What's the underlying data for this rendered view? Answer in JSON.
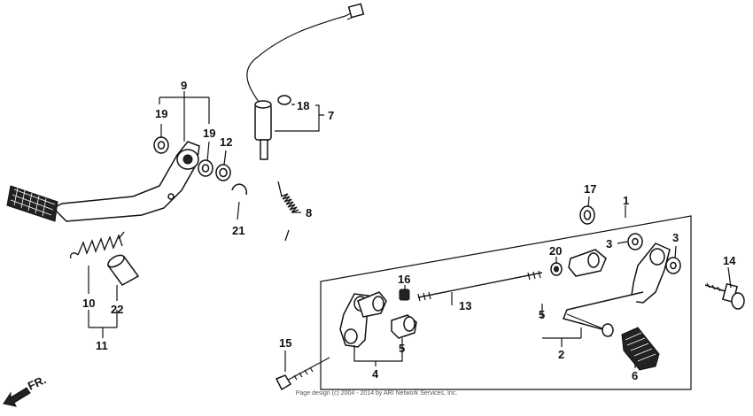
{
  "copyright": "Page design (c) 2004 - 2014 by ARI Network Services, Inc.",
  "front_indicator": "FR.",
  "callouts": [
    {
      "id": "c9",
      "text": "9"
    },
    {
      "id": "c19a",
      "text": "19"
    },
    {
      "id": "c19b",
      "text": "19"
    },
    {
      "id": "c12",
      "text": "12"
    },
    {
      "id": "c21",
      "text": "21"
    },
    {
      "id": "c18",
      "text": "18"
    },
    {
      "id": "c7",
      "text": "7"
    },
    {
      "id": "c8",
      "text": "8"
    },
    {
      "id": "c10",
      "text": "10"
    },
    {
      "id": "c22",
      "text": "22"
    },
    {
      "id": "c11",
      "text": "11"
    },
    {
      "id": "c17",
      "text": "17"
    },
    {
      "id": "c1",
      "text": "1"
    },
    {
      "id": "c3a",
      "text": "3"
    },
    {
      "id": "c3b",
      "text": "3"
    },
    {
      "id": "c20",
      "text": "20"
    },
    {
      "id": "c14",
      "text": "14"
    },
    {
      "id": "c16",
      "text": "16"
    },
    {
      "id": "c13",
      "text": "13"
    },
    {
      "id": "c5a",
      "text": "5"
    },
    {
      "id": "c5b",
      "text": "5"
    },
    {
      "id": "c2",
      "text": "2"
    },
    {
      "id": "c6",
      "text": "6"
    },
    {
      "id": "c15",
      "text": "15"
    },
    {
      "id": "c4",
      "text": "4"
    }
  ]
}
